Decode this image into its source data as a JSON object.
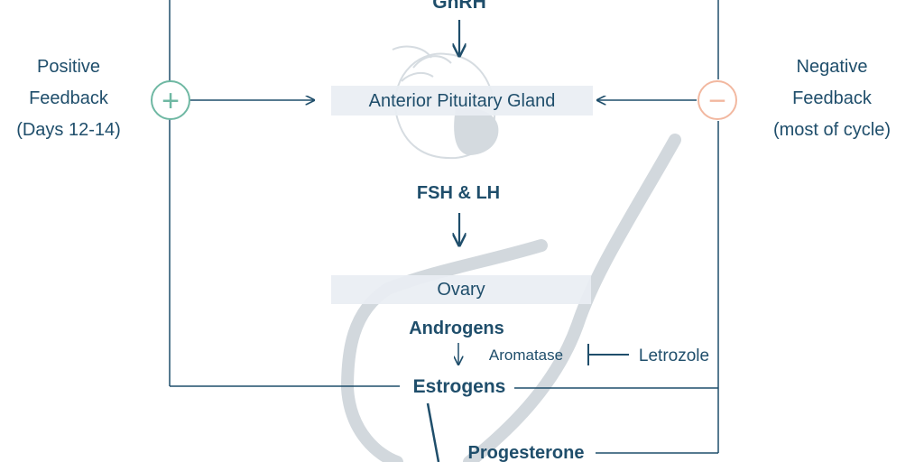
{
  "labels": {
    "gnrh": "GnRH",
    "pituitary": "Anterior Pituitary Gland",
    "fsh_lh": "FSH & LH",
    "ovary": "Ovary",
    "androgens": "Androgens",
    "aromatase": "Aromatase",
    "letrozole": "Letrozole",
    "estrogens": "Estrogens",
    "progesterone": "Progesterone"
  },
  "positive_feedback": {
    "line1": "Positive",
    "line2": "Feedback",
    "line3": "(Days 12-14)",
    "sign": "+"
  },
  "negative_feedback": {
    "line1": "Negative",
    "line2": "Feedback",
    "line3": "(most of cycle)",
    "sign": "−"
  },
  "colors": {
    "text": "#1f4e6b",
    "positive": "#6fb8a3",
    "negative": "#f2b8a0",
    "box_fill": "#e9eef3",
    "outline_art": "#d2d8dd",
    "brain_fill": "#d4dadf"
  }
}
